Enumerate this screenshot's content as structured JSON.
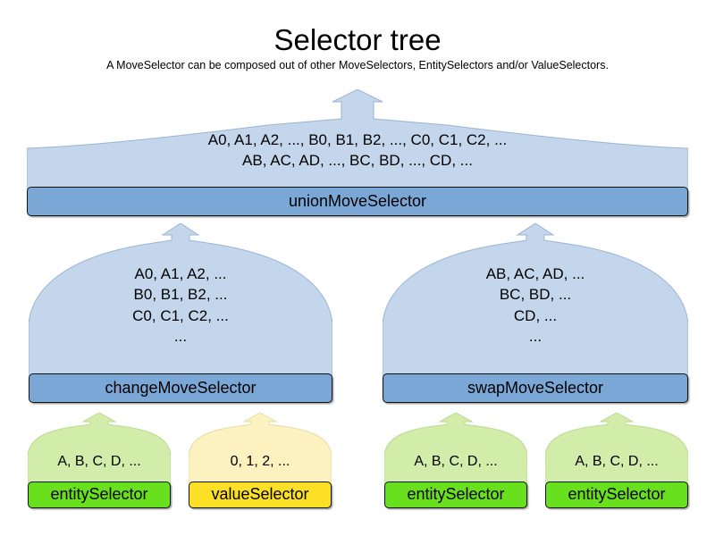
{
  "title": "Selector tree",
  "subtitle": "A MoveSelector can be composed out of other MoveSelectors, EntitySelectors and/or ValueSelectors.",
  "colors": {
    "fan_blue": "#c3d6ec",
    "bar_blue": "#7ba7d7",
    "fan_green": "#d2edaa",
    "bar_green": "#69e01e",
    "fan_yellow": "#fbf2c0",
    "bar_yellow": "#fbe025",
    "outline": "#111111",
    "background": "#ffffff"
  },
  "tree": {
    "root": {
      "label": "unionMoveSelector",
      "lines": [
        "A0, A1, A2, ..., B0, B1, B2, ..., C0, C1, C2, ...",
        "AB, AC, AD, ..., BC, BD, ..., CD, ..."
      ]
    },
    "middle": [
      {
        "label": "changeMoveSelector",
        "lines": [
          "A0, A1, A2, ...",
          "B0, B1, B2, ...",
          "C0, C1, C2, ...",
          "..."
        ]
      },
      {
        "label": "swapMoveSelector",
        "lines": [
          "AB, AC, AD, ...",
          "BC, BD, ...",
          "CD, ...",
          "..."
        ]
      }
    ],
    "leaves": [
      {
        "label": "entitySelector",
        "lines": [
          "A, B, C, D, ..."
        ],
        "kind": "entity"
      },
      {
        "label": "valueSelector",
        "lines": [
          "0, 1, 2, ..."
        ],
        "kind": "value"
      },
      {
        "label": "entitySelector",
        "lines": [
          "A, B, C, D, ..."
        ],
        "kind": "entity"
      },
      {
        "label": "entitySelector",
        "lines": [
          "A, B, C, D, ..."
        ],
        "kind": "entity"
      }
    ]
  }
}
